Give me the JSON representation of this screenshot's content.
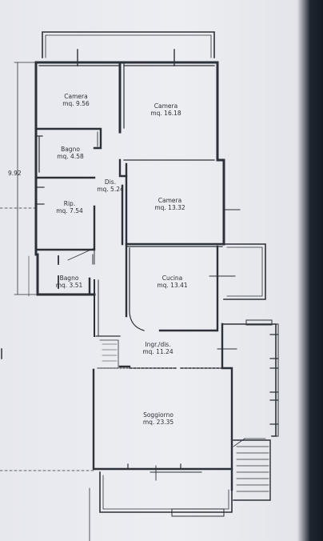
{
  "plan": {
    "dimension_label": "9.92",
    "rooms": [
      {
        "id": "camera-1",
        "name": "Camera",
        "area": "mq. 9.56"
      },
      {
        "id": "camera-2",
        "name": "Camera",
        "area": "mq. 16.18"
      },
      {
        "id": "bagno-1",
        "name": "Bagno",
        "area": "mq. 4.58"
      },
      {
        "id": "dis",
        "name": "Dis.",
        "area": "mq. 5.24"
      },
      {
        "id": "camera-3",
        "name": "Camera",
        "area": "mq. 13.32"
      },
      {
        "id": "rip",
        "name": "Rip.",
        "area": "mq. 7.54"
      },
      {
        "id": "bagno-2",
        "name": "Bagno",
        "area": "mq. 3.51"
      },
      {
        "id": "cucina",
        "name": "Cucina",
        "area": "mq. 13.41"
      },
      {
        "id": "ingr",
        "name": "Ingr./dis.",
        "area": "mq. 11.24"
      },
      {
        "id": "soggiorno",
        "name": "Soggiorno",
        "area": "mq. 23.35"
      }
    ]
  },
  "colors": {
    "wall": "#2c3038",
    "paper": "#e9eaef",
    "background": "#1c2430"
  }
}
